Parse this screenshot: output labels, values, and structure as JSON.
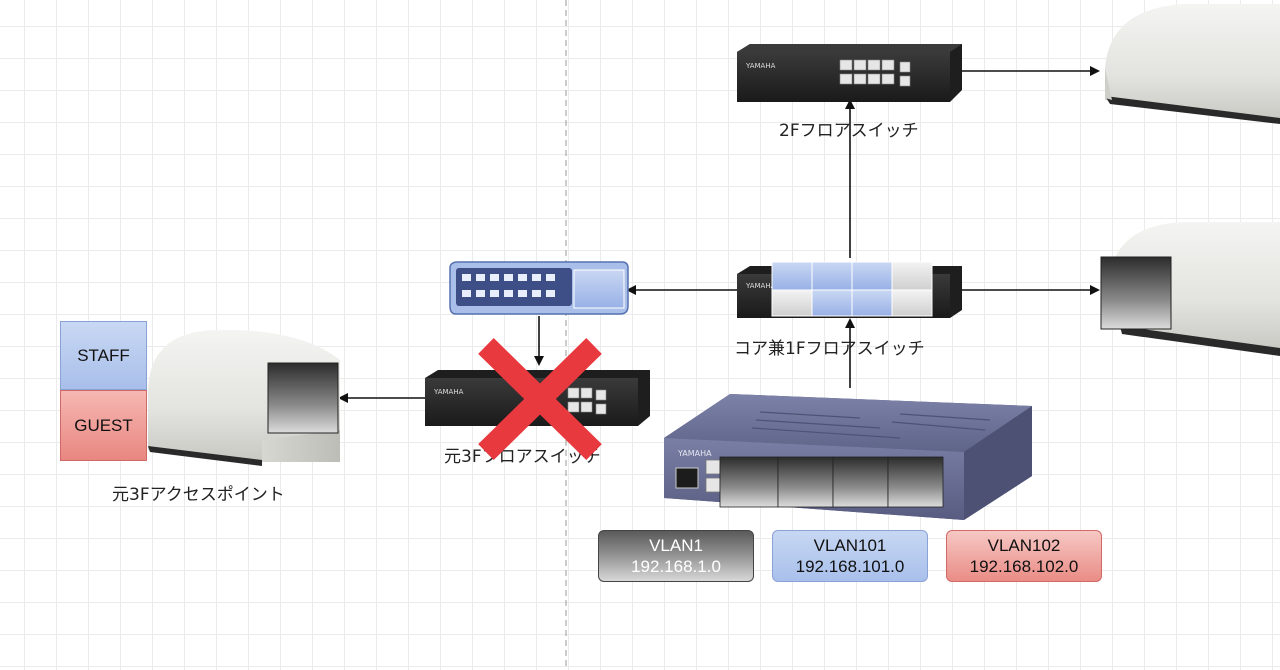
{
  "labels": {
    "floor2_switch": "2Fフロアスイッチ",
    "core_switch": "コア兼1Fフロアスイッチ",
    "old3f_switch": "元3Fフロアスイッチ",
    "old3f_ap": "元3Fアクセスポイント"
  },
  "ssids": [
    {
      "name": "STAFF",
      "color": "#a8bfea"
    },
    {
      "name": "GUEST",
      "color": "#e98781"
    }
  ],
  "vlans": [
    {
      "name": "VLAN1",
      "network": "192.168.1.0",
      "color": "#8e8e8e"
    },
    {
      "name": "VLAN101",
      "network": "192.168.101.0",
      "color": "#a9c0ec"
    },
    {
      "name": "VLAN102",
      "network": "192.168.102.0",
      "color": "#ea8c86"
    }
  ],
  "colors": {
    "vlan101_port": "#a9c0ec",
    "removed_mark": "#e8393f",
    "router_body": "#6e7396"
  },
  "icons": {
    "removed": "red-x-icon",
    "switch": "network-switch-icon",
    "ap": "access-point-icon",
    "router": "router-icon"
  }
}
